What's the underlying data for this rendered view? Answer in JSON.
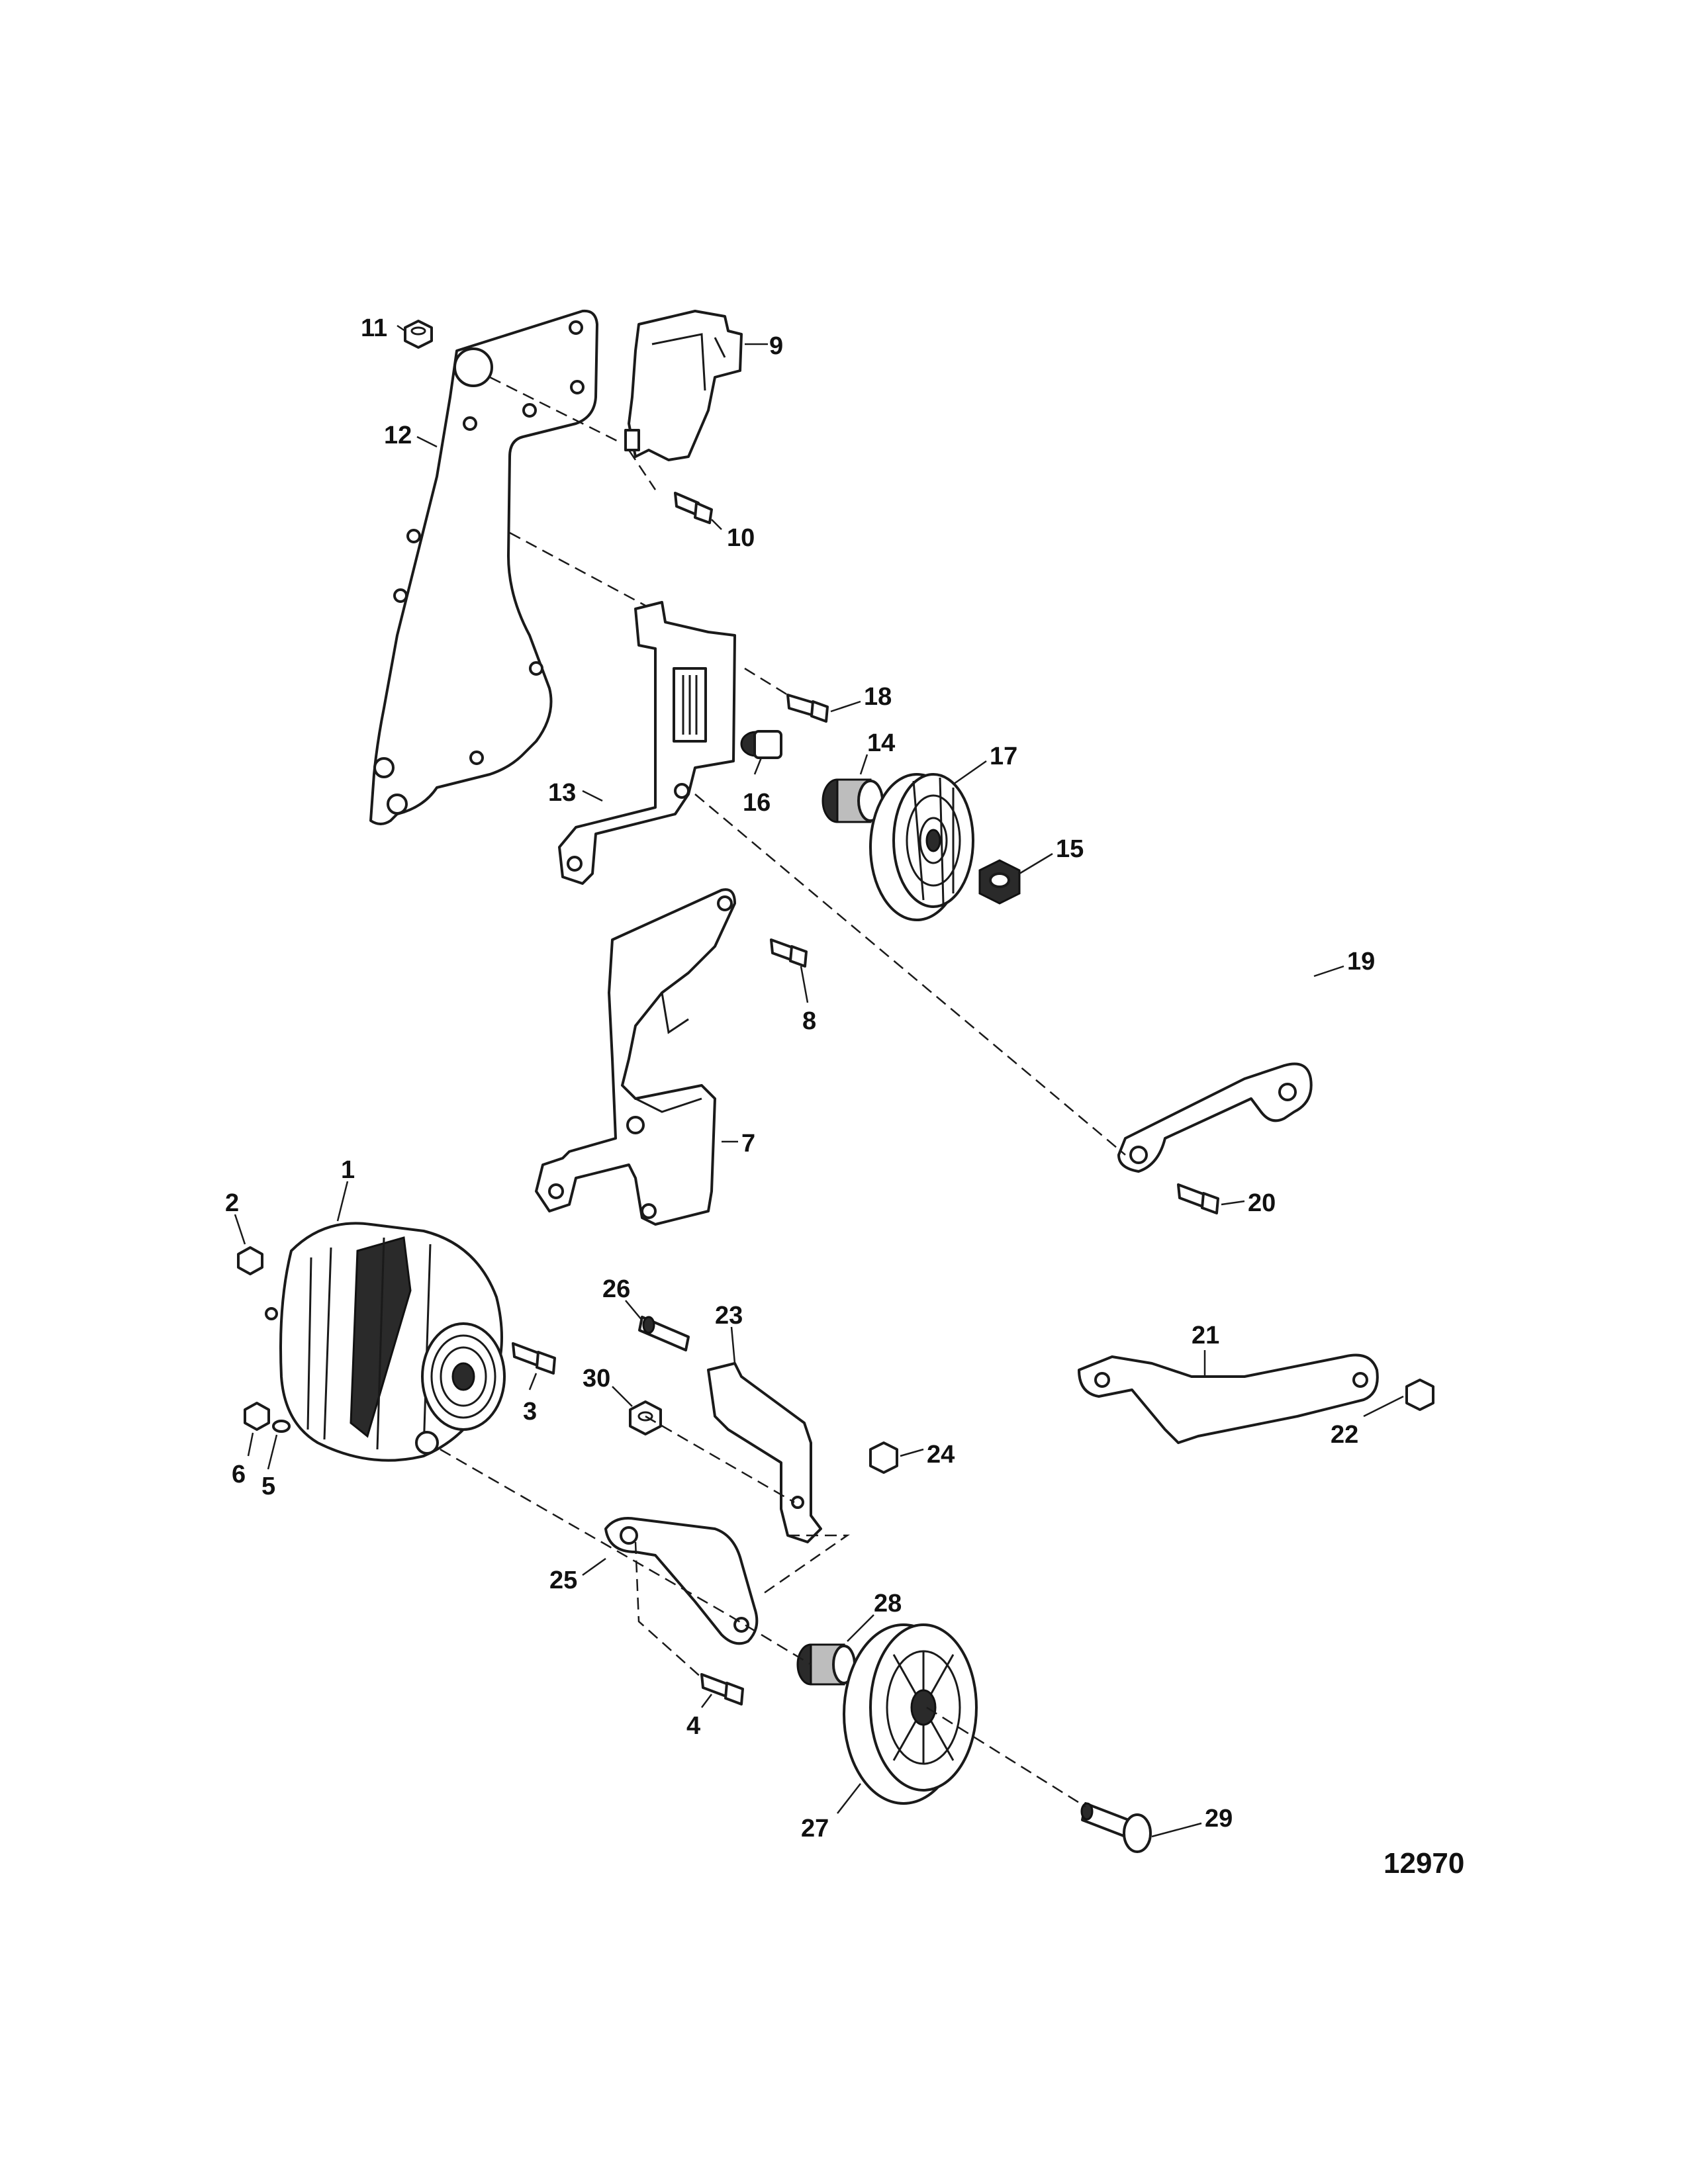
{
  "figure_number": "12970",
  "callouts": [
    {
      "id": "c1",
      "text": "1"
    },
    {
      "id": "c2",
      "text": "2"
    },
    {
      "id": "c3",
      "text": "3"
    },
    {
      "id": "c4",
      "text": "4"
    },
    {
      "id": "c5",
      "text": "5"
    },
    {
      "id": "c6",
      "text": "6"
    },
    {
      "id": "c7",
      "text": "7"
    },
    {
      "id": "c8",
      "text": "8"
    },
    {
      "id": "c9",
      "text": "9"
    },
    {
      "id": "c10",
      "text": "10"
    },
    {
      "id": "c11",
      "text": "11"
    },
    {
      "id": "c12",
      "text": "12"
    },
    {
      "id": "c13",
      "text": "13"
    },
    {
      "id": "c14",
      "text": "14"
    },
    {
      "id": "c15",
      "text": "15"
    },
    {
      "id": "c16",
      "text": "16"
    },
    {
      "id": "c17",
      "text": "17"
    },
    {
      "id": "c18",
      "text": "18"
    },
    {
      "id": "c19",
      "text": "19"
    },
    {
      "id": "c20",
      "text": "20"
    },
    {
      "id": "c21",
      "text": "21"
    },
    {
      "id": "c22",
      "text": "22"
    },
    {
      "id": "c23",
      "text": "23"
    },
    {
      "id": "c24",
      "text": "24"
    },
    {
      "id": "c25",
      "text": "25"
    },
    {
      "id": "c26",
      "text": "26"
    },
    {
      "id": "c27",
      "text": "27"
    },
    {
      "id": "c28",
      "text": "28"
    },
    {
      "id": "c29",
      "text": "29"
    },
    {
      "id": "c30",
      "text": "30"
    }
  ]
}
